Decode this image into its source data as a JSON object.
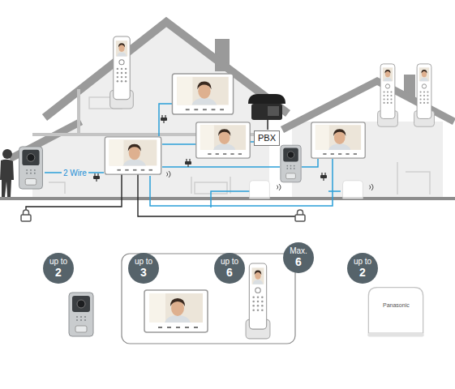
{
  "diagram": {
    "nodes": [
      {
        "text": [
          "PBX"
        ]
      },
      {
        "text": [
          "up to",
          "2"
        ]
      },
      {
        "text": [
          "up to",
          "3"
        ]
      },
      {
        "text": [
          "up to",
          "6"
        ]
      },
      {
        "text": [
          "Max.",
          "6"
        ]
      },
      {
        "text": [
          "up to",
          "2"
        ]
      }
    ],
    "labels": [
      "2 Wire",
      "Panasonic"
    ]
  }
}
